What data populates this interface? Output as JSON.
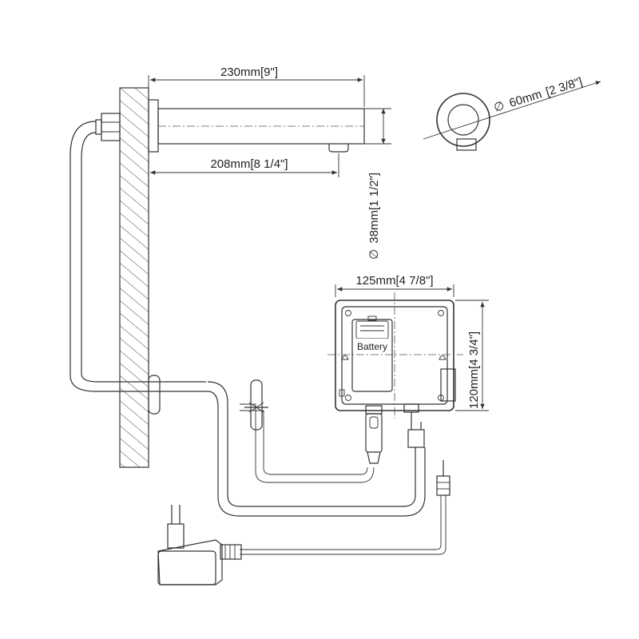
{
  "dimensions": {
    "spout_length": "230mm",
    "spout_length_in": "9\"",
    "spout_reach": "208mm",
    "spout_reach_in": "8 1/4\"",
    "spout_diameter": "38mm",
    "spout_diameter_in": "1 1/2\"",
    "flange_diameter": "60mm",
    "flange_diameter_in": "2 3/8\"",
    "box_width": "125mm",
    "box_width_in": "4 7/8\"",
    "box_height": "120mm",
    "box_height_in": "4 3/4\""
  },
  "labels": {
    "battery": "Battery",
    "diameter_symbol": "∅"
  }
}
